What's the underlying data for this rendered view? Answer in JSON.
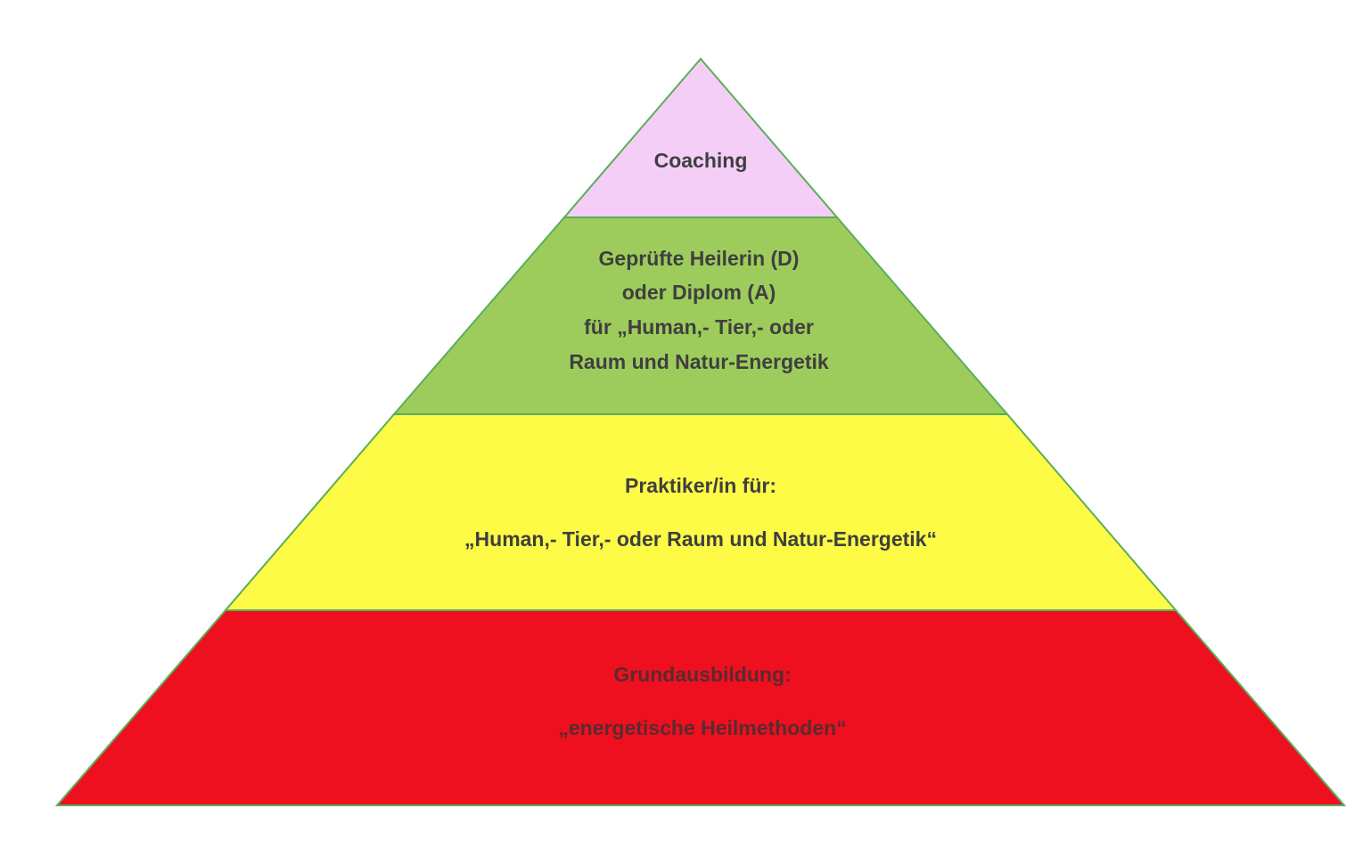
{
  "colors": {
    "outline": "#5aae5a",
    "text": "#3f3f3f",
    "level1": "#f5cef7",
    "level2": "#9dcc5c",
    "level3": "#fdfb45",
    "level4": "#ee101f"
  },
  "levels": [
    {
      "name": "coaching",
      "lines": [
        "Coaching"
      ]
    },
    {
      "name": "gepruefte-heilerin",
      "lines": [
        "Geprüfte Heilerin (D)",
        "oder Diplom (A)",
        "für „Human,- Tier,- oder",
        "Raum und Natur-Energetik"
      ]
    },
    {
      "name": "praktiker",
      "lines": [
        "Praktiker/in für:",
        "„Human,- Tier,- oder Raum und Natur-Energetik“"
      ]
    },
    {
      "name": "grundausbildung",
      "lines": [
        "Grundausbildung:",
        "„energetische Heilmethoden“"
      ]
    }
  ]
}
